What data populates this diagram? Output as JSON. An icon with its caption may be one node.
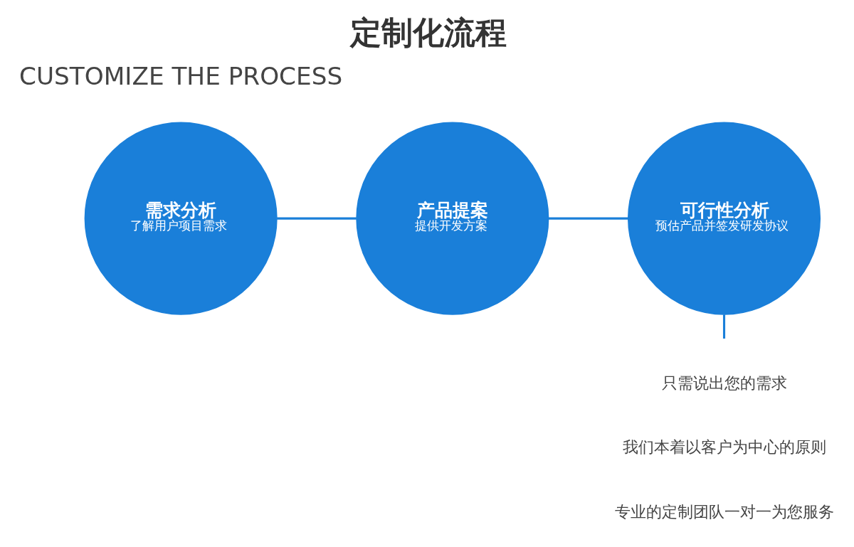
{
  "diagram": {
    "title": "定制化流程",
    "nodes": [
      {
        "text": [
          "需求分析",
          "了解用户项目需求"
        ]
      },
      {
        "text": [
          "产品提案",
          "提供开发方案"
        ]
      },
      {
        "text": [
          "可行性分析",
          "预估产品并签发研发协议"
        ]
      }
    ],
    "edges": [
      {
        "from": 0,
        "to": 1,
        "arrow": "none"
      },
      {
        "from": 1,
        "to": 2,
        "arrow": "none"
      },
      {
        "from": 2,
        "to": null,
        "arrow": "none"
      }
    ],
    "labels": [
      "CUSTOMIZE THE PROCESS",
      "只需说出您的需求",
      "我们本着以客户为中心的原则",
      "专业的定制团队一对一为您服务"
    ]
  }
}
